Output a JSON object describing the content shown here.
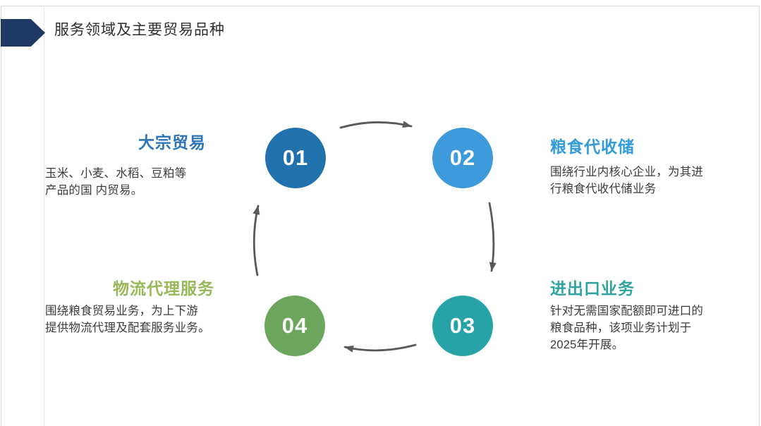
{
  "slide": {
    "title": "服务领域及主要贸易品种",
    "border_color": "#d9d9d9",
    "title_marker_color": "#1f3864",
    "arrow_color": "#595959"
  },
  "cycle": {
    "steps": [
      {
        "number": "01",
        "color": "#2171ac"
      },
      {
        "number": "02",
        "color": "#3e9bdb"
      },
      {
        "number": "03",
        "color": "#27a2a7"
      },
      {
        "number": "04",
        "color": "#6ba65c"
      }
    ]
  },
  "sections": [
    {
      "heading": "大宗贸易",
      "heading_color": "#2e75b6",
      "body": "玉米、小麦、水稻、豆粕等\n产品的国 内贸易。"
    },
    {
      "heading": "粮食代收储",
      "heading_color": "#319cd9",
      "body": "围绕行业内核心企业，为其进\n行粮食代收代储业务"
    },
    {
      "heading": "进出口业务",
      "heading_color": "#2fa49f",
      "body": "针对无需国家配额即可进口的\n粮食品种，该项业务计划于\n2025年开展。"
    },
    {
      "heading": "物流代理服务",
      "heading_color": "#97b95a",
      "body": "围绕粮食贸易业务，为上下游\n提供物流代理及配套服务业务。"
    }
  ]
}
